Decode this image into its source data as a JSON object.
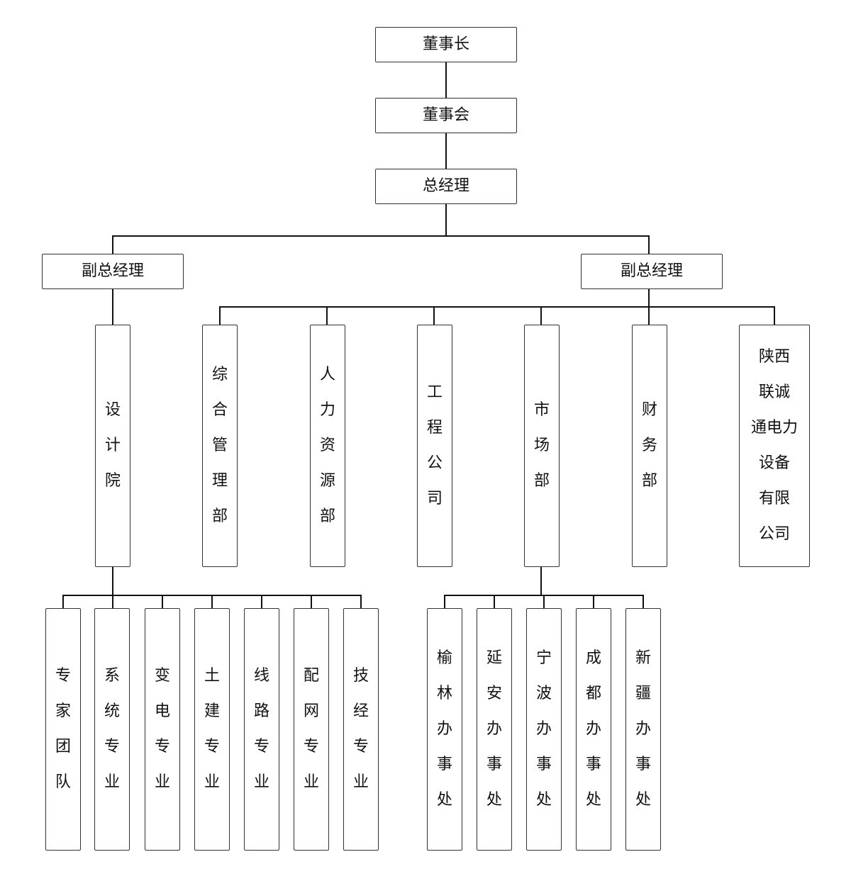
{
  "org": {
    "chairman": "董事长",
    "board": "董事会",
    "general_manager": "总经理",
    "vp_left": "副总经理",
    "vp_right": "副总经理",
    "design_institute": "设\n计\n院",
    "general_management": "综\n合\n管\n理\n部",
    "human_resources": "人\n力\n资\n源\n部",
    "engineering_company": "工\n程\n公\n司",
    "marketing": "市\n场\n部",
    "finance": "财\n务\n部",
    "subsidiary": "陕西\n联诚\n通电力\n设备\n有限\n公司",
    "design_teams": [
      "专\n家\n团\n队",
      "系\n统\n专\n业",
      "变\n电\n专\n业",
      "土\n建\n专\n业",
      "线\n路\n专\n业",
      "配\n网\n专\n业",
      "技\n经\n专\n业"
    ],
    "offices": [
      "榆\n林\n办\n事\n处",
      "延\n安\n办\n事\n处",
      "宁\n波\n办\n事\n处",
      "成\n都\n办\n事\n处",
      "新\n疆\n办\n事\n处"
    ]
  }
}
